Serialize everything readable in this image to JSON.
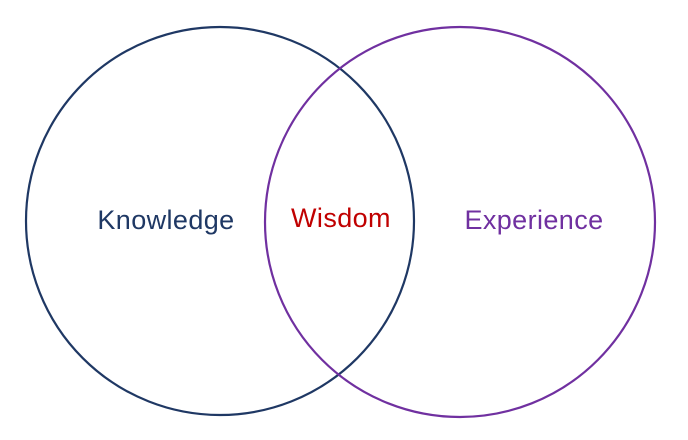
{
  "diagram": {
    "type": "venn",
    "background_color": "#ffffff",
    "circles": [
      {
        "label": "Knowledge",
        "color": "#1f3864"
      },
      {
        "label": "Experience",
        "color": "#7030a0"
      }
    ],
    "overlap": {
      "label": "Wisdom",
      "color": "#c00000"
    }
  }
}
